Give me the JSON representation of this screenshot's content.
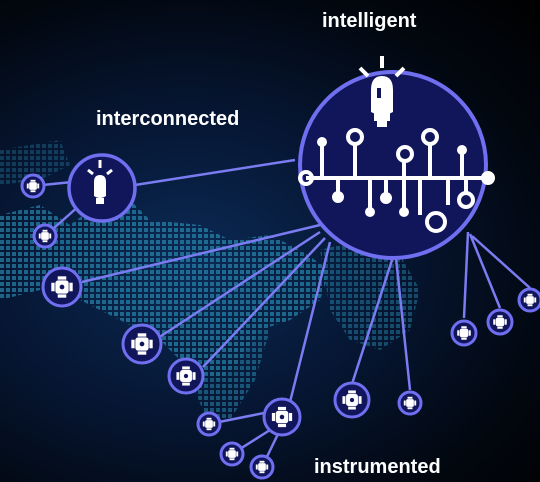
{
  "labels": {
    "intelligent": "intelligent",
    "interconnected": "interconnected",
    "instrumented": "instrumented"
  },
  "colors": {
    "node_ring": "#6f6ff0",
    "node_fill": "#11155a",
    "connector": "#7b7bf2",
    "glyph": "#ffffff",
    "map_dots": "#2fa3c9"
  },
  "icons": {
    "hub": "network-circuit-icon",
    "brain": "lightbulb-icon",
    "sensor": "sensor-chip-icon"
  }
}
